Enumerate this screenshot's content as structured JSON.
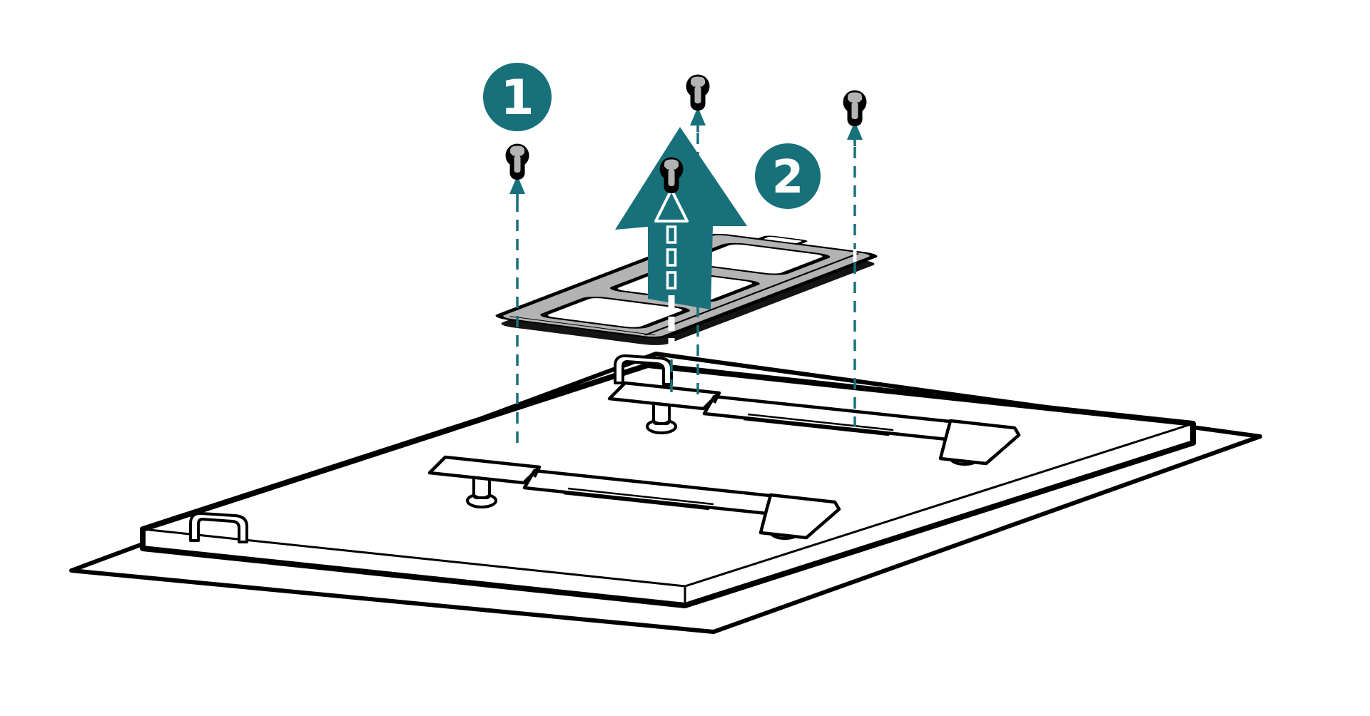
{
  "diagram": {
    "kind": "hardware-removal-instruction",
    "background_color": "#ffffff",
    "accent_color": "#18707B",
    "plate_color": "#b3b3b3",
    "outline_color": "#000000",
    "badges": [
      {
        "label": "1"
      },
      {
        "label": "2"
      }
    ]
  }
}
